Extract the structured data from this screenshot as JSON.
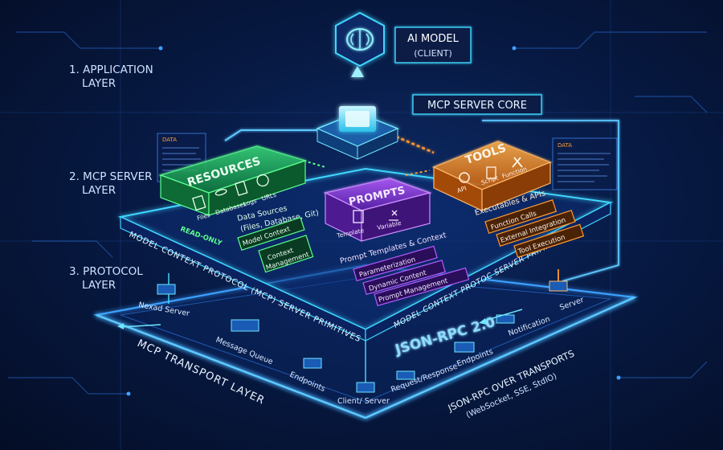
{
  "layers": {
    "application": "1. APPLICATION\nLAYER",
    "mcp_server": "2. MCP SERVER\nLAYER",
    "protocol": "3. PROTOCOL\nLAYER"
  },
  "ai_model": {
    "title": "AI MODEL",
    "subtitle": "(CLIENT)"
  },
  "server_core": "MCP SERVER CORE",
  "resources": {
    "title": "RESOURCES",
    "icons": [
      "Files",
      "Databases",
      "Logs",
      "URLs"
    ],
    "badge": "READ-ONLY",
    "description": "Data Sources\n(Files, Database, Git)",
    "tags": [
      "Model Context",
      "Context\nManagement"
    ]
  },
  "prompts": {
    "title": "PROMPTS",
    "icons": [
      "Template",
      "Variable"
    ],
    "description": "Prompt Templates & Context",
    "tags": [
      "Parameterization",
      "Dynamic Content",
      "Prompt Management"
    ]
  },
  "tools": {
    "title": "TOOLS",
    "icons": [
      "API",
      "Script",
      "Function"
    ],
    "description": "Executables & APIs",
    "tags": [
      "Function Calls",
      "External Integration",
      "Tool Execution"
    ]
  },
  "platform": {
    "left_edge": "MODEL CONTEXT PROTOCOL (MCP) SERVER PRIMITIVES",
    "right_edge": "MODEL CONTEXT PROTOC  SERVER PRIMITIVES"
  },
  "transport": {
    "jsonrpc": "JSON-RPC 2.0",
    "left_edge": "MCP TRANSPORT LAYER",
    "right_title": "JSON-RPC OVER TRANSPORTS",
    "right_sub": "(WebSocket, SSE, StdIO)",
    "nodes": {
      "nexad_server": "Nexad Server",
      "message_queue": "Message Queue",
      "endpoints_left": "Endpoints",
      "client_server": "Client/ Server",
      "request_response": "Request/Response",
      "endpoints_right": "Endpoints",
      "notification": "Notification",
      "server": "Server"
    }
  },
  "side_panels": {
    "left_header": "DATA",
    "right_header": "DATA"
  },
  "colors": {
    "cyan": "#3fd6ff",
    "green": "#3dff7a",
    "purple": "#b35cff",
    "orange": "#ff9a2e",
    "blue_glow": "#2f8dff"
  }
}
